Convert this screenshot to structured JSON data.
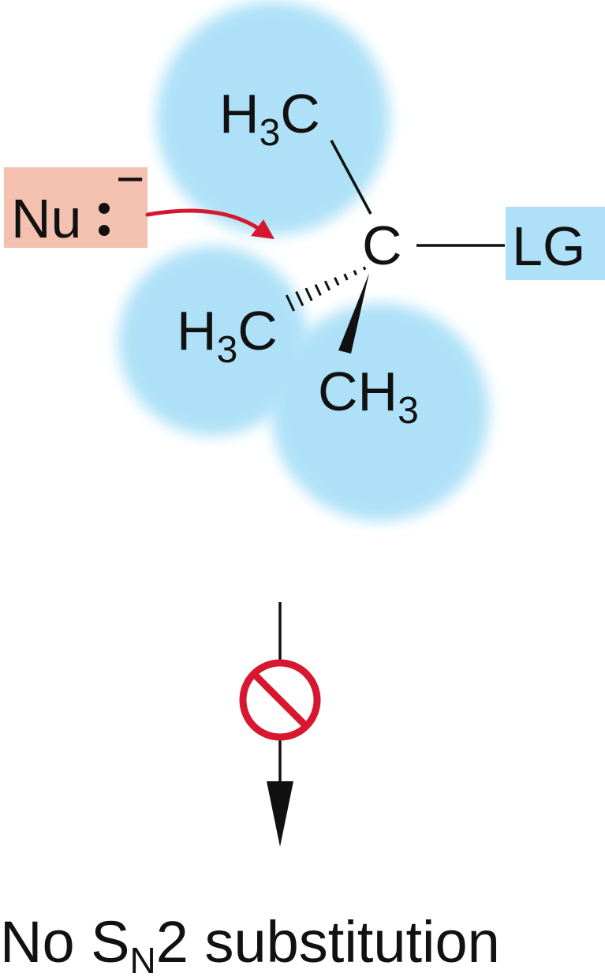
{
  "colors": {
    "steric_bubble": "#aee1f8",
    "nucleophile_box": "#f4c0b0",
    "leaving_group_box": "#aee1f8",
    "attack_arrow": "#d7172f",
    "blocked_symbol": "#d7172f",
    "ink": "#111111"
  },
  "molecule": {
    "central_atom": "C",
    "leaving_group": "LG",
    "groups": [
      {
        "atom": "H",
        "count": "3",
        "tail": "C"
      },
      {
        "atom": "H",
        "count": "3",
        "tail": "C"
      },
      {
        "head": "CH",
        "count": "3"
      }
    ]
  },
  "nucleophile": {
    "label": "Nu",
    "charge": "−"
  },
  "icons": {
    "lone_pair": "lone-pair-dots-icon",
    "attack": "curved-arrow-icon",
    "blocked": "no-entry-icon",
    "reaction": "down-arrow-icon"
  },
  "caption": {
    "prefix": "No S",
    "subscript": "N",
    "suffix": "2 substitution"
  }
}
